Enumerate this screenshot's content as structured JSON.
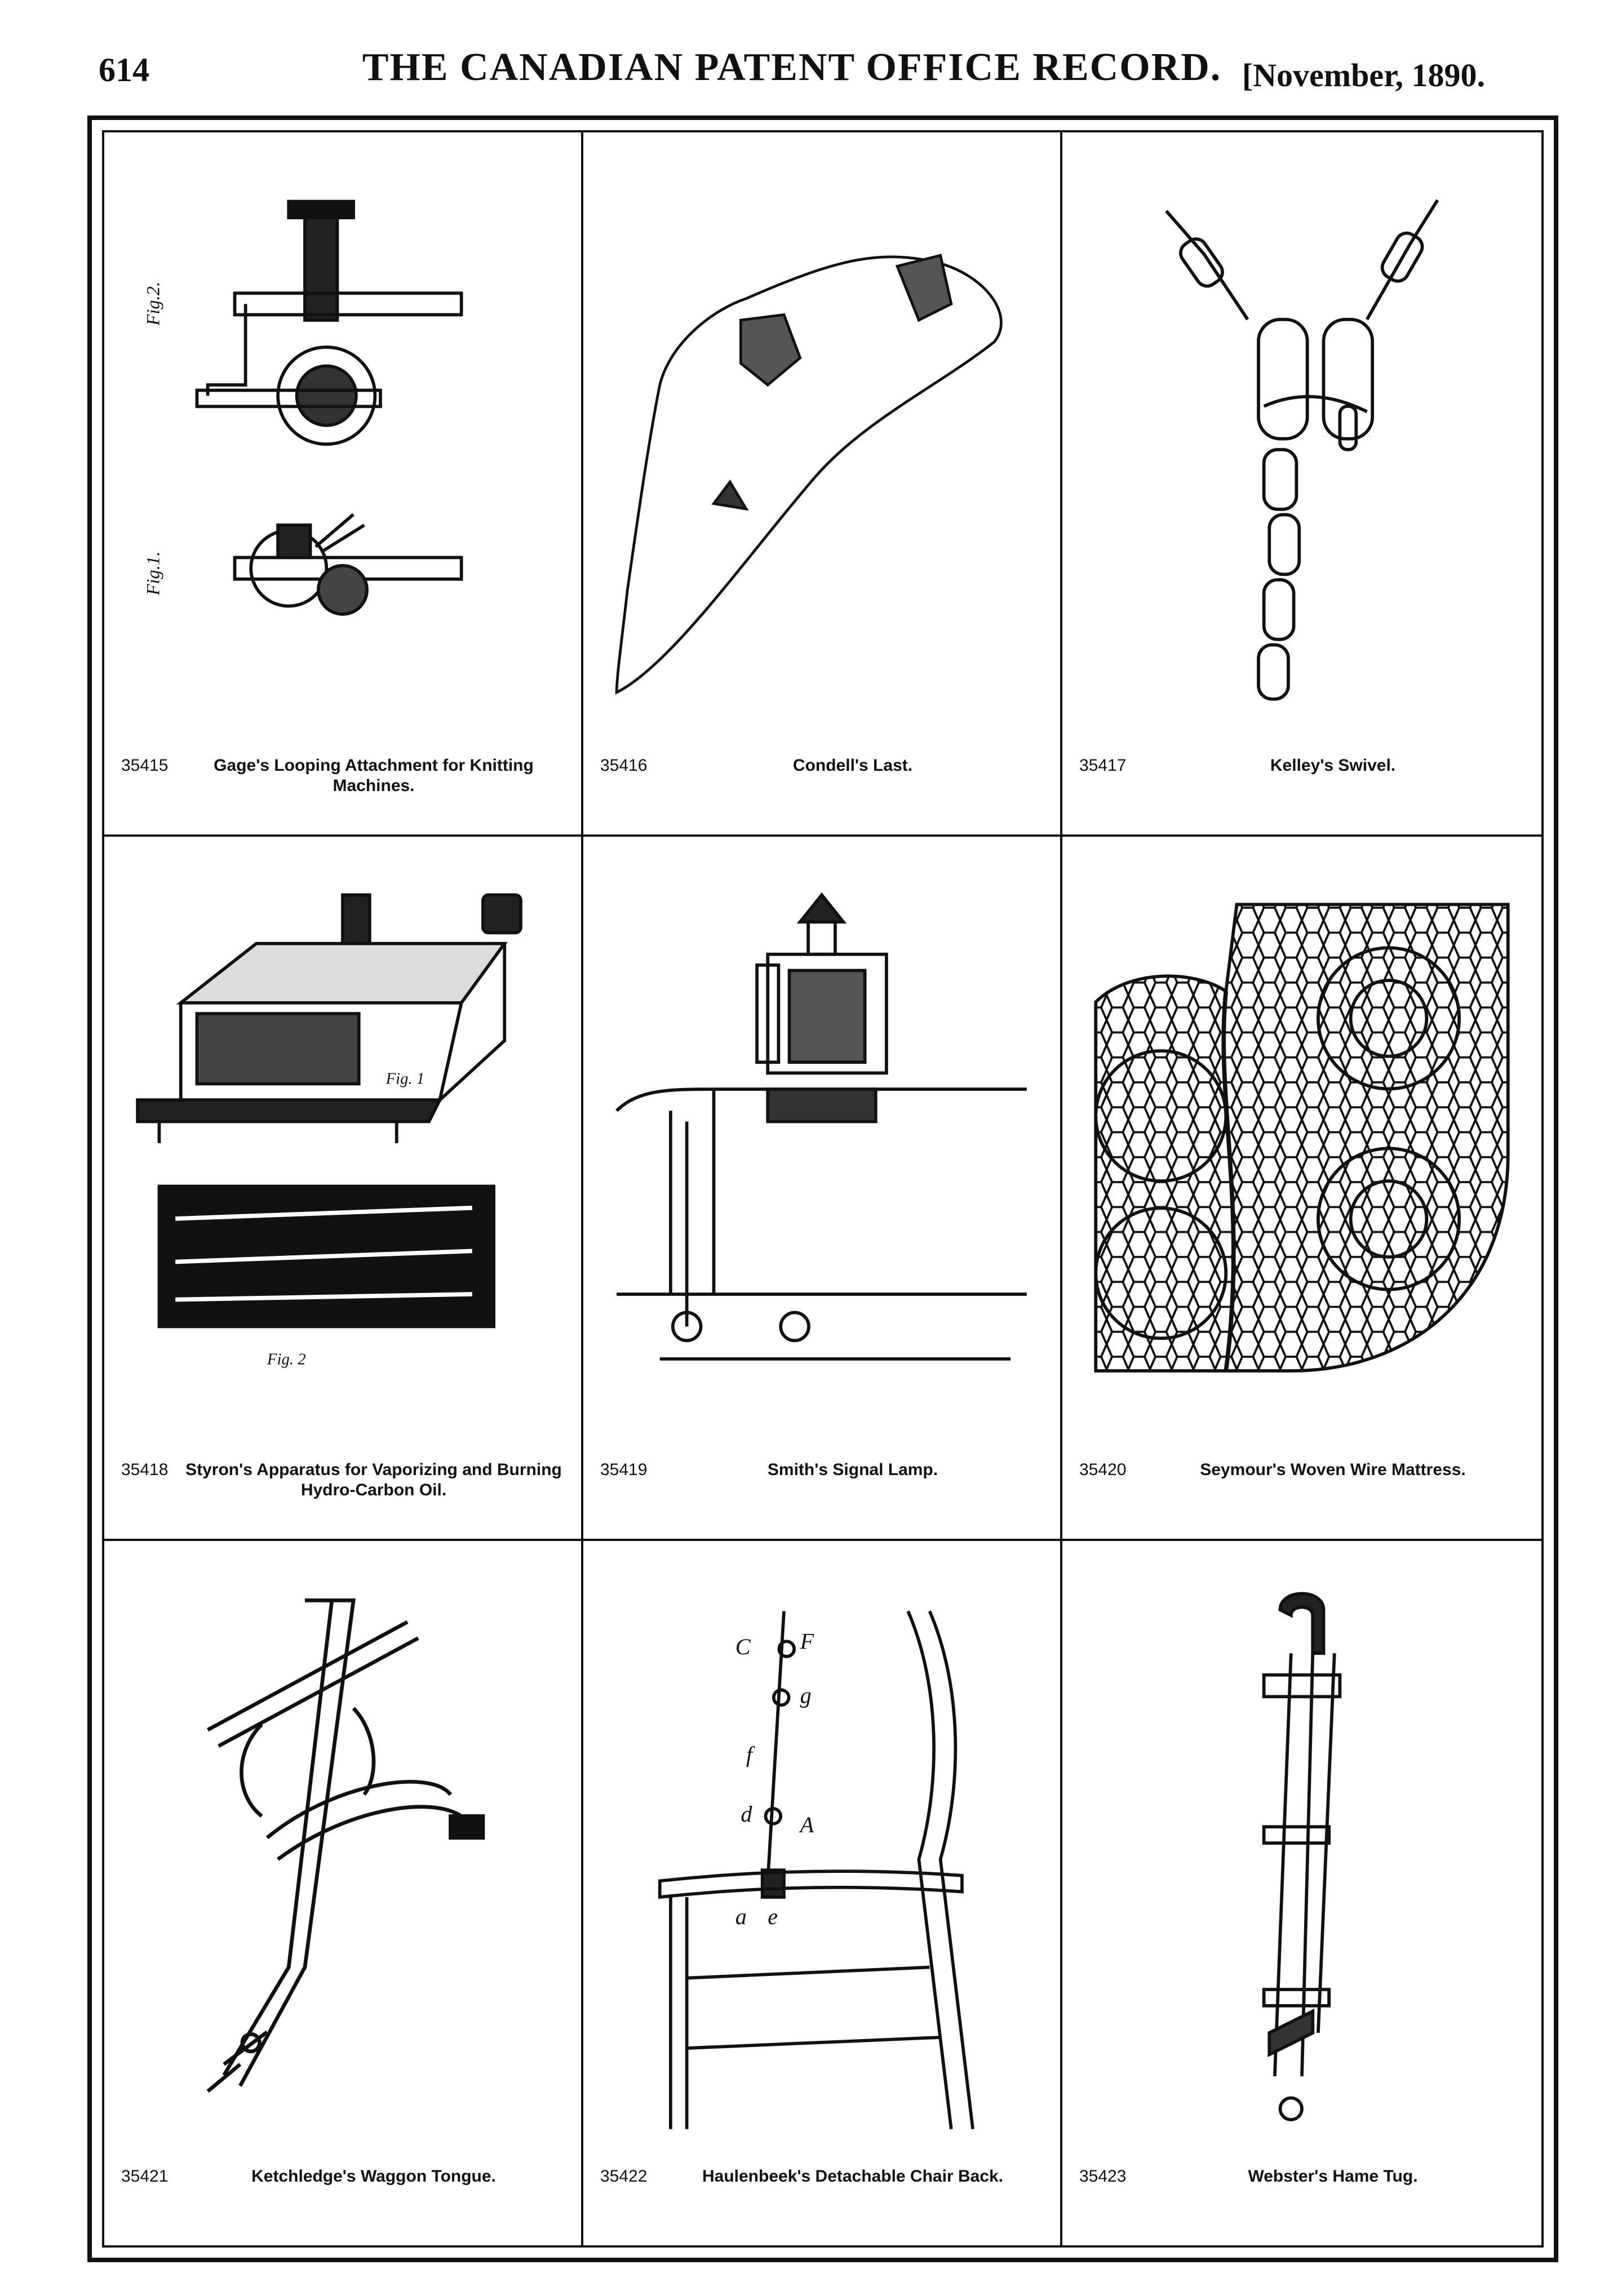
{
  "header": {
    "page_number": "614",
    "title": "THE CANADIAN PATENT OFFICE RECORD.",
    "date": "[November, 1890."
  },
  "patents": [
    {
      "number": "35415",
      "caption": "Gage's Looping Attachment for Knitting Machines.",
      "figure": "looping-attachment"
    },
    {
      "number": "35416",
      "caption": "Condell's Last.",
      "figure": "shoe-last"
    },
    {
      "number": "35417",
      "caption": "Kelley's Swivel.",
      "figure": "chain-swivel"
    },
    {
      "number": "35418",
      "caption": "Styron's Apparatus for Vaporizing and Burning Hydro-Carbon Oil.",
      "figure": "vaporizing-apparatus"
    },
    {
      "number": "35419",
      "caption": "Smith's Signal Lamp.",
      "figure": "signal-lamp"
    },
    {
      "number": "35420",
      "caption": "Seymour's Woven Wire Mattress.",
      "figure": "wire-mattress"
    },
    {
      "number": "35421",
      "caption": "Ketchledge's Waggon Tongue.",
      "figure": "waggon-tongue"
    },
    {
      "number": "35422",
      "caption": "Haulenbeek's Detachable Chair Back.",
      "figure": "chair-back"
    },
    {
      "number": "35423",
      "caption": "Webster's Hame Tug.",
      "figure": "hame-tug"
    }
  ]
}
